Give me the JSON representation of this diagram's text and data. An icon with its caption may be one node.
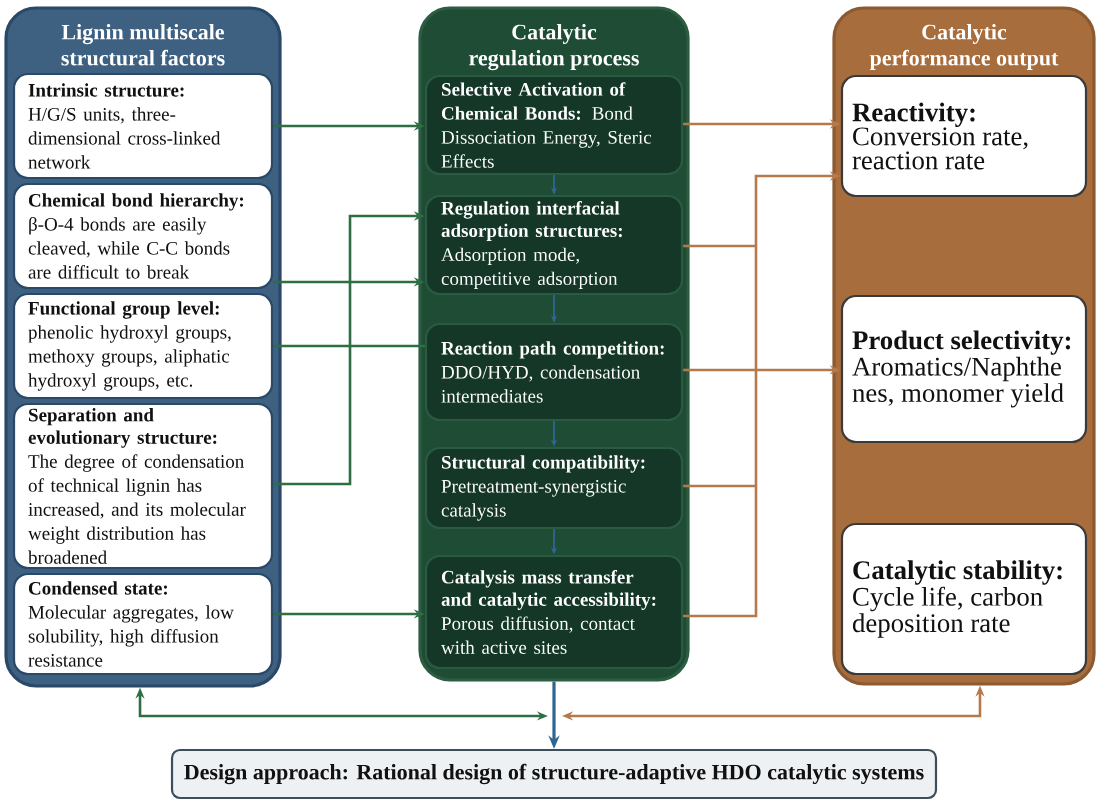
{
  "diagram": {
    "nodes": [
      {
        "text": [
          "Lignin multiscale structural factors"
        ]
      },
      {
        "text": [
          "Intrinsic structure:",
          "H/G/S units, three-dimensional cross-linked network"
        ],
        "in": 0
      },
      {
        "text": [
          "Chemical bond hierarchy:",
          "β-O-4 bonds are easily cleaved, while C-C bonds are difficult to break"
        ],
        "in": 0
      },
      {
        "text": [
          "Functional group level:",
          "phenolic hydroxyl groups, methoxy groups, aliphatic hydroxyl groups, etc."
        ],
        "in": 0
      },
      {
        "text": [
          "Separation and evolutionary structure:",
          "The degree of condensation of technical lignin has increased, and its molecular weight distribution has broadened"
        ],
        "in": 0
      },
      {
        "text": [
          "Condensed state:",
          "Molecular aggregates, low solubility, high diffusion resistance"
        ],
        "in": 0
      },
      {
        "text": [
          "Catalytic regulation process"
        ]
      },
      {
        "text": [
          "**Selective Activation of Chemical Bonds:** Bond Dissociation Energy, Steric Effects"
        ],
        "in": 6
      },
      {
        "text": [
          "Regulation interfacial adsorption structures:",
          "Adsorption mode, competitive adsorption"
        ],
        "in": 6
      },
      {
        "text": [
          "Reaction path competition:",
          "DDO/HYD, condensation intermediates"
        ],
        "in": 6
      },
      {
        "text": [
          "Structural compatibility:",
          "Pretreatment-synergistic catalysis"
        ],
        "in": 6
      },
      {
        "text": [
          "Catalysis mass transfer and catalytic accessibility:",
          "Porous diffusion, contact with active sites"
        ],
        "in": 6
      },
      {
        "text": [
          "Catalytic performance output"
        ]
      },
      {
        "text": [
          "Reactivity:",
          "Conversion rate, reaction rate"
        ],
        "in": 12
      },
      {
        "text": [
          "Product selectivity:",
          "Aromatics/Naphthe nes, monomer yield"
        ],
        "in": 12
      },
      {
        "text": [
          "Catalytic stability:",
          "Cycle life, carbon deposition rate"
        ],
        "in": 12
      },
      {
        "text": [
          "Design approach: Rational design of structure-adaptive HDO catalytic systems"
        ]
      }
    ],
    "edges": [
      {
        "from": 1,
        "to": 7,
        "arrow": "to",
        "color": "#2e6e43"
      },
      {
        "from": 4,
        "to": 8,
        "arrow": "to",
        "color": "#2e6e43"
      },
      {
        "from": 2,
        "to": 8,
        "arrow": "to",
        "color": "#2e6e43"
      },
      {
        "from": 3,
        "to": 9,
        "arrow": "none",
        "color": "#2e6e43"
      },
      {
        "from": 5,
        "to": 11,
        "arrow": "to",
        "color": "#2e6e43"
      },
      {
        "from": 7,
        "to": 8,
        "arrow": "to",
        "color": "#2f6690"
      },
      {
        "from": 8,
        "to": 9,
        "arrow": "to",
        "color": "#2f6690"
      },
      {
        "from": 9,
        "to": 10,
        "arrow": "to",
        "color": "#2f6690"
      },
      {
        "from": 10,
        "to": 11,
        "arrow": "to",
        "color": "#2f6690"
      },
      {
        "from": 7,
        "to": 13,
        "arrow": "to",
        "color": "#b5794b"
      },
      {
        "from": 8,
        "to": 13,
        "arrow": "to",
        "color": "#b5794b"
      },
      {
        "from": 10,
        "to": 13,
        "arrow": "to",
        "color": "#b5794b"
      },
      {
        "from": 11,
        "to": 13,
        "arrow": "to",
        "color": "#b5794b"
      },
      {
        "from": 9,
        "to": 14,
        "arrow": "to",
        "color": "#b5794b"
      },
      {
        "from": 6,
        "to": 16,
        "arrow": "to",
        "color": "#2f6690"
      },
      {
        "from": null,
        "to": 0,
        "arrow": "both",
        "color": "#2e6e43"
      },
      {
        "from": null,
        "to": 12,
        "arrow": "both",
        "color": "#b5794b"
      }
    ]
  }
}
